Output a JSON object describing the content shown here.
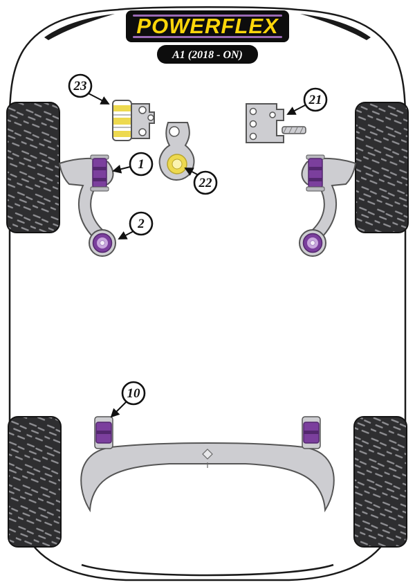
{
  "logo": {
    "text": "POWERFLEX"
  },
  "model": {
    "label": "A1 (2018 - ON)"
  },
  "callouts": [
    {
      "id": "23"
    },
    {
      "id": "21"
    },
    {
      "id": "1"
    },
    {
      "id": "22"
    },
    {
      "id": "2"
    },
    {
      "id": "10"
    }
  ],
  "colors": {
    "bush_purple": "#7b3f9d",
    "bush_purple_dark": "#53276e",
    "bush_lavender": "#c9a8dd",
    "bush_yellow": "#edd94f",
    "logo_yellow": "#ffd60a",
    "logo_purple": "#9a6ab5",
    "part_grey": "#cdcdd1",
    "tyre_dark": "#2e2e30"
  }
}
